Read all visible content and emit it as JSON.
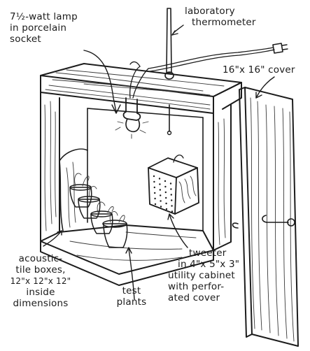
{
  "labels": {
    "lamp": [
      "7½-watt lamp",
      "in porcelain",
      "socket"
    ],
    "thermometer": [
      "laboratory",
      "thermometer"
    ],
    "cover": "16\"x 16\" cover",
    "boxes": [
      "acoustic-",
      "tile boxes,",
      "12\"x 12\"x 12\"",
      "inside",
      "dimensions"
    ],
    "plants": [
      "test",
      "plants"
    ],
    "tweeter": [
      "tweeter",
      "in 4\"x 5\"x 3\"",
      "utility cabinet",
      "with perfor-",
      "ated cover"
    ]
  }
}
